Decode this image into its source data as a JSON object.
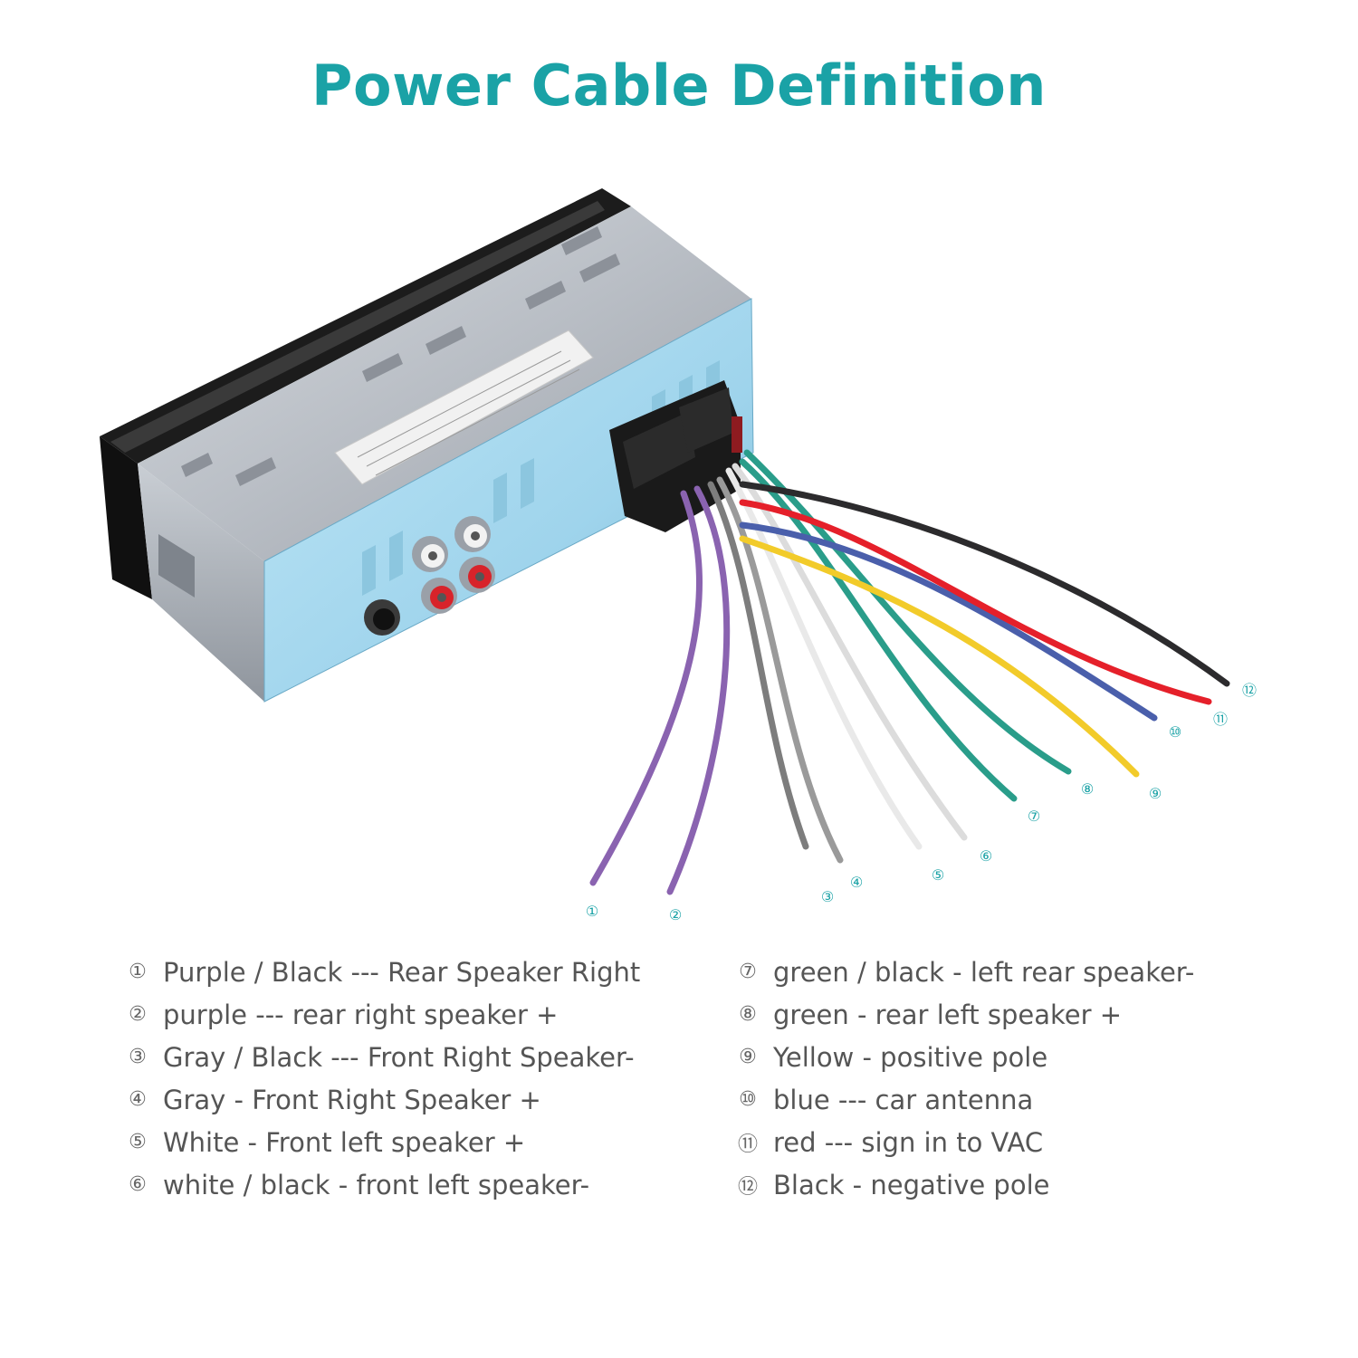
{
  "title": "Power Cable Definition",
  "colors": {
    "accent": "#1aa2a6",
    "text": "#555555",
    "wires": {
      "purple": "#8a63b0",
      "gray": "#8e8e8e",
      "white": "#e6e6e6",
      "green": "#2a9d8a",
      "yellow": "#f2cb2a",
      "blue": "#4a5fab",
      "red": "#e5202a",
      "black": "#2c2b2d"
    }
  },
  "callouts": [
    "①",
    "②",
    "③",
    "④",
    "⑤",
    "⑥",
    "⑦",
    "⑧",
    "⑨",
    "⑩",
    "⑪",
    "⑫"
  ],
  "legend": {
    "left": [
      {
        "num": "①",
        "text": "Purple / Black --- Rear Speaker Right"
      },
      {
        "num": "②",
        "text": "purple --- rear right speaker +"
      },
      {
        "num": "③",
        "text": "Gray / Black --- Front Right Speaker-"
      },
      {
        "num": "④",
        "text": "Gray - Front Right Speaker +"
      },
      {
        "num": "⑤",
        "text": "White - Front left speaker +"
      },
      {
        "num": "⑥",
        "text": "white / black - front left speaker-"
      }
    ],
    "right": [
      {
        "num": "⑦",
        "text": "green / black - left rear speaker-"
      },
      {
        "num": "⑧",
        "text": "green - rear left speaker +"
      },
      {
        "num": "⑨",
        "text": "Yellow - positive pole"
      },
      {
        "num": "⑩",
        "text": "blue --- car antenna"
      },
      {
        "num": "⑪",
        "text": "red --- sign in to VAC"
      },
      {
        "num": "⑫",
        "text": "Black - negative pole"
      }
    ]
  }
}
